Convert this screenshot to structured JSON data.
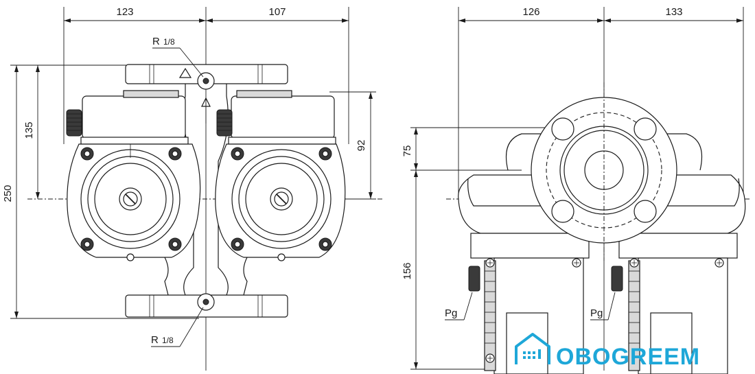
{
  "front_view": {
    "dim_left_width": "123",
    "dim_right_width": "107",
    "dim_total_height": "250",
    "dim_upper_height": "135",
    "dim_right_height": "92",
    "thread_top_r": "R",
    "thread_top_frac": "1/8",
    "thread_bottom_r": "R",
    "thread_bottom_frac": "1/8"
  },
  "side_view": {
    "dim_left_width": "126",
    "dim_right_width": "133",
    "dim_upper_height": "75",
    "dim_lower_height": "156",
    "gland_left": "Pg",
    "gland_right": "Pg"
  },
  "watermark": {
    "brand": "OBOGREEM",
    "color": "#1ea7d8"
  }
}
